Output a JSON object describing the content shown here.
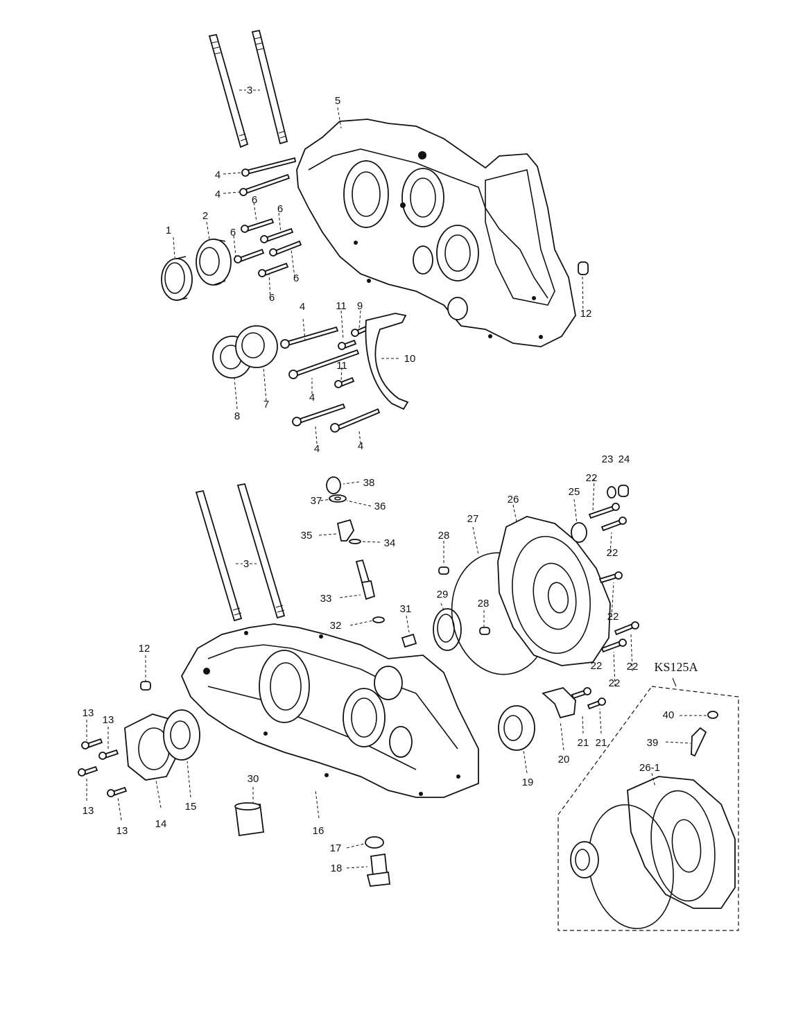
{
  "model_variant": {
    "label": "KS125A"
  },
  "callouts": [
    {
      "id": "c1",
      "text": "1"
    },
    {
      "id": "c2",
      "text": "2"
    },
    {
      "id": "c3a",
      "text": "3"
    },
    {
      "id": "c4a",
      "text": "4"
    },
    {
      "id": "c4b",
      "text": "4"
    },
    {
      "id": "c5",
      "text": "5"
    },
    {
      "id": "c6a",
      "text": "6"
    },
    {
      "id": "c6b",
      "text": "6"
    },
    {
      "id": "c6c",
      "text": "6"
    },
    {
      "id": "c6d",
      "text": "6"
    },
    {
      "id": "c6e",
      "text": "6"
    },
    {
      "id": "c12a",
      "text": "12"
    },
    {
      "id": "c4c",
      "text": "4"
    },
    {
      "id": "c11a",
      "text": "11"
    },
    {
      "id": "c9",
      "text": "9"
    },
    {
      "id": "c10",
      "text": "10"
    },
    {
      "id": "c11b",
      "text": "11"
    },
    {
      "id": "c4d",
      "text": "4"
    },
    {
      "id": "c8",
      "text": "8"
    },
    {
      "id": "c7",
      "text": "7"
    },
    {
      "id": "c4e",
      "text": "4"
    },
    {
      "id": "c4f",
      "text": "4"
    },
    {
      "id": "c38",
      "text": "38"
    },
    {
      "id": "c37",
      "text": "37"
    },
    {
      "id": "c36",
      "text": "36"
    },
    {
      "id": "c35",
      "text": "35"
    },
    {
      "id": "c34",
      "text": "34"
    },
    {
      "id": "c33",
      "text": "33"
    },
    {
      "id": "c32",
      "text": "32"
    },
    {
      "id": "c31",
      "text": "31"
    },
    {
      "id": "c3b",
      "text": "3"
    },
    {
      "id": "c28a",
      "text": "28"
    },
    {
      "id": "c27",
      "text": "27"
    },
    {
      "id": "c26",
      "text": "26"
    },
    {
      "id": "c25",
      "text": "25"
    },
    {
      "id": "c22a",
      "text": "22"
    },
    {
      "id": "c23",
      "text": "23"
    },
    {
      "id": "c24",
      "text": "24"
    },
    {
      "id": "c22b",
      "text": "22"
    },
    {
      "id": "c22c",
      "text": "22"
    },
    {
      "id": "c22d",
      "text": "22"
    },
    {
      "id": "c22e",
      "text": "22"
    },
    {
      "id": "c22f",
      "text": "22"
    },
    {
      "id": "c29",
      "text": "29"
    },
    {
      "id": "c28b",
      "text": "28"
    },
    {
      "id": "c12b",
      "text": "12"
    },
    {
      "id": "c13a",
      "text": "13"
    },
    {
      "id": "c13b",
      "text": "13"
    },
    {
      "id": "c13c",
      "text": "13"
    },
    {
      "id": "c13d",
      "text": "13"
    },
    {
      "id": "c14",
      "text": "14"
    },
    {
      "id": "c15",
      "text": "15"
    },
    {
      "id": "c30",
      "text": "30"
    },
    {
      "id": "c16",
      "text": "16"
    },
    {
      "id": "c17",
      "text": "17"
    },
    {
      "id": "c18",
      "text": "18"
    },
    {
      "id": "c19",
      "text": "19"
    },
    {
      "id": "c20",
      "text": "20"
    },
    {
      "id": "c21a",
      "text": "21"
    },
    {
      "id": "c21b",
      "text": "21"
    },
    {
      "id": "c40",
      "text": "40"
    },
    {
      "id": "c39",
      "text": "39"
    },
    {
      "id": "c26-1",
      "text": "26-1"
    }
  ]
}
